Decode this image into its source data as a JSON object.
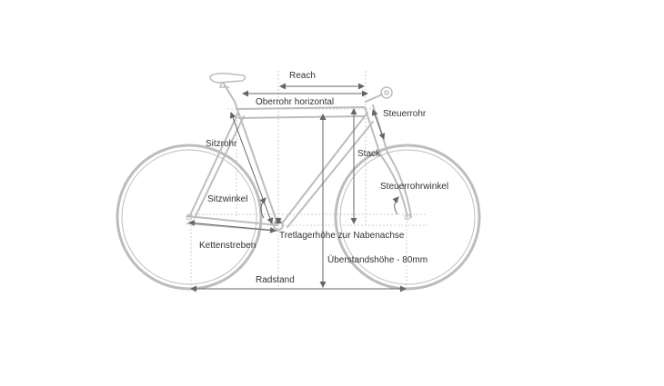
{
  "labels": {
    "reach": "Reach",
    "top_tube_horizontal": "Oberrohr horizontal",
    "head_tube": "Steuerrohr",
    "seat_tube": "Sitzrohr",
    "stack": "Stack",
    "seat_angle": "Sitzwinkel",
    "head_angle": "Steuerrohrwinkel",
    "bb_drop": "Tretlagerhöhe zur Nabenachse",
    "chainstays": "Kettenstreben",
    "standover": "Überstandshöhe - 80mm",
    "wheelbase": "Radstand"
  },
  "colors": {
    "frame": "#bdbdbd",
    "dimension": "#666666",
    "guide": "#cfcfcf",
    "text": "#333333"
  }
}
